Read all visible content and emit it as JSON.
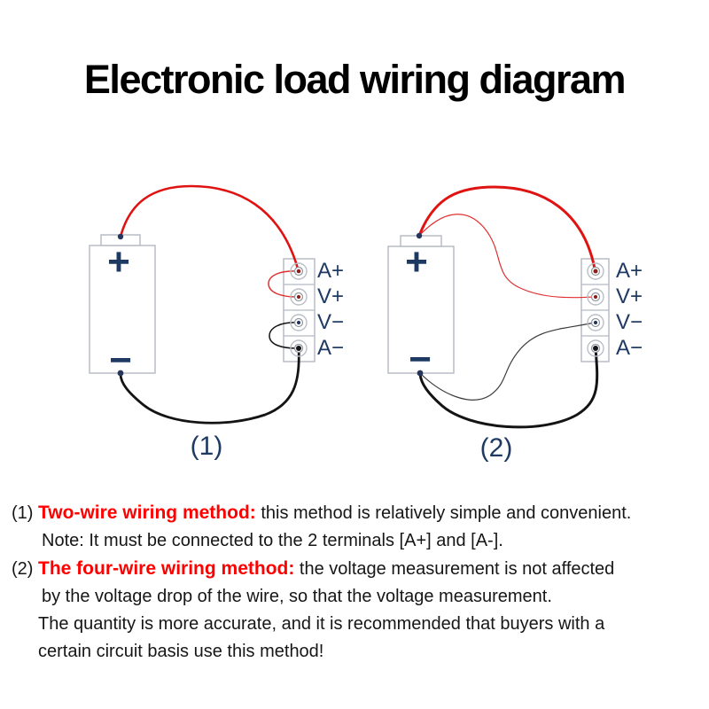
{
  "title": "Electronic load wiring diagram",
  "colors": {
    "wire_red": "#e01313",
    "wire_thin_red": "#e03030",
    "wire_black": "#141414",
    "wire_thin_black": "#3a3a3a",
    "navy": "#1e3a63",
    "dot_red": "#8c1f17",
    "dot_navy": "#25365a",
    "dot_black": "#141414",
    "heading_red": "#ff0000"
  },
  "diagrams": [
    {
      "id": "two-wire",
      "caption": "(1)",
      "battery": {
        "positive": "+",
        "negative": "−"
      },
      "terminals": [
        "A+",
        "V+",
        "V−",
        "A−"
      ],
      "connections": [
        {
          "from": "battery+",
          "to": "A+",
          "color": "red",
          "style": "thick"
        },
        {
          "from": "A+",
          "to": "V+",
          "color": "red",
          "style": "jumper"
        },
        {
          "from": "V−",
          "to": "A−",
          "color": "black",
          "style": "jumper"
        },
        {
          "from": "A−",
          "to": "battery−",
          "color": "black",
          "style": "thick"
        }
      ]
    },
    {
      "id": "four-wire",
      "caption": "(2)",
      "battery": {
        "positive": "+",
        "negative": "−"
      },
      "terminals": [
        "A+",
        "V+",
        "V−",
        "A−"
      ],
      "connections": [
        {
          "from": "battery+",
          "to": "A+",
          "color": "red",
          "style": "thick"
        },
        {
          "from": "battery+",
          "to": "V+",
          "color": "red",
          "style": "thin"
        },
        {
          "from": "V−",
          "to": "battery−",
          "color": "black",
          "style": "thin"
        },
        {
          "from": "A−",
          "to": "battery−",
          "color": "black",
          "style": "thick"
        }
      ]
    }
  ],
  "description": {
    "item1": {
      "number": "(1)",
      "heading": "Two-wire wiring method:",
      "text": "this method is relatively simple and convenient.",
      "note": "Note: It must be connected to the 2 terminals [A+] and [A-]."
    },
    "item2": {
      "number": "(2)",
      "heading": "The four-wire wiring method:",
      "text": "the voltage measurement is not affected",
      "line2": "by the voltage drop of the wire, so that the voltage measurement.",
      "line3": "The quantity is more accurate, and it is recommended that buyers with a",
      "line4": "certain circuit basis use this method!"
    }
  }
}
